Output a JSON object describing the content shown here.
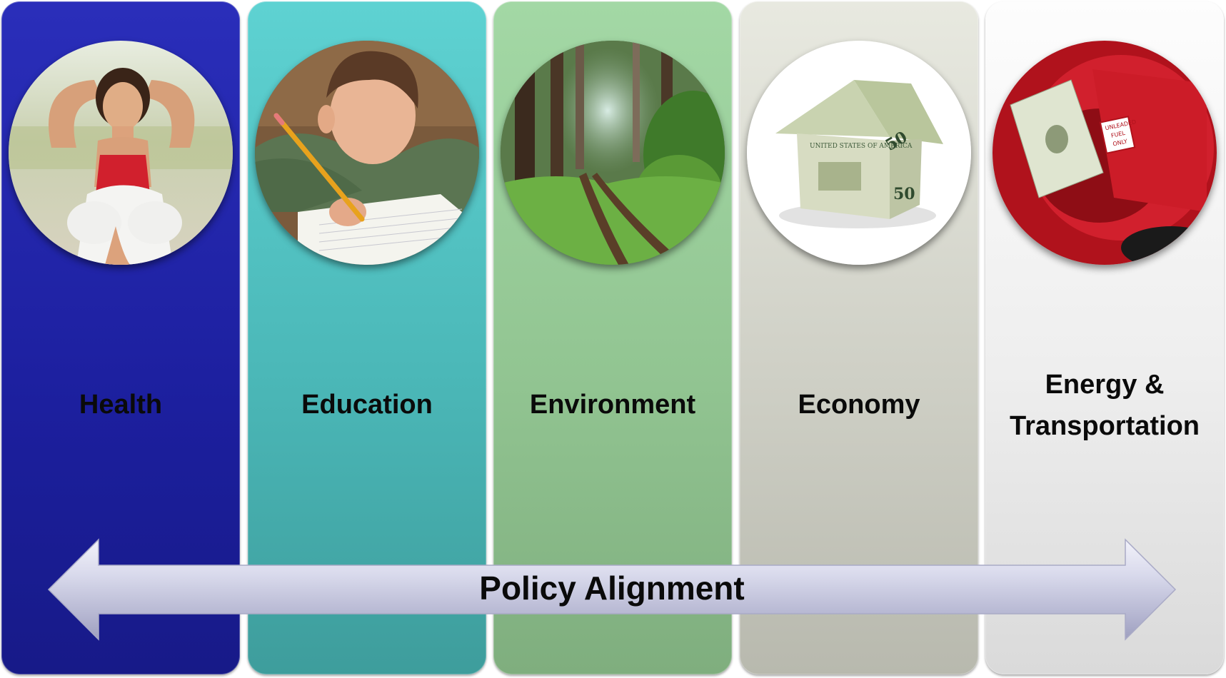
{
  "panels": [
    {
      "id": "health",
      "label": "Health",
      "color": "#1f22a6",
      "icon": "woman-exercising-photo"
    },
    {
      "id": "education",
      "label": "Education",
      "color": "#4bb8b8",
      "icon": "boy-writing-photo"
    },
    {
      "id": "environment",
      "label": "Environment",
      "color": "#92c592",
      "icon": "forest-path-photo"
    },
    {
      "id": "economy",
      "label": "Economy",
      "color": "#cfd0c6",
      "icon": "money-house-photo"
    },
    {
      "id": "energy",
      "label_line1": "Energy &",
      "label_line2": "Transportation",
      "color": "#eeeeee",
      "icon": "fuel-tank-dollar-photo"
    }
  ],
  "arrow": {
    "label": "Policy Alignment",
    "color": "#c4c5de"
  },
  "photo_text": {
    "bill_fifty": "50",
    "bill_series": "UNITED STATES OF AMERICA",
    "fuel_line1": "UNLEADED",
    "fuel_line2": "FUEL",
    "fuel_line3": "ONLY"
  }
}
